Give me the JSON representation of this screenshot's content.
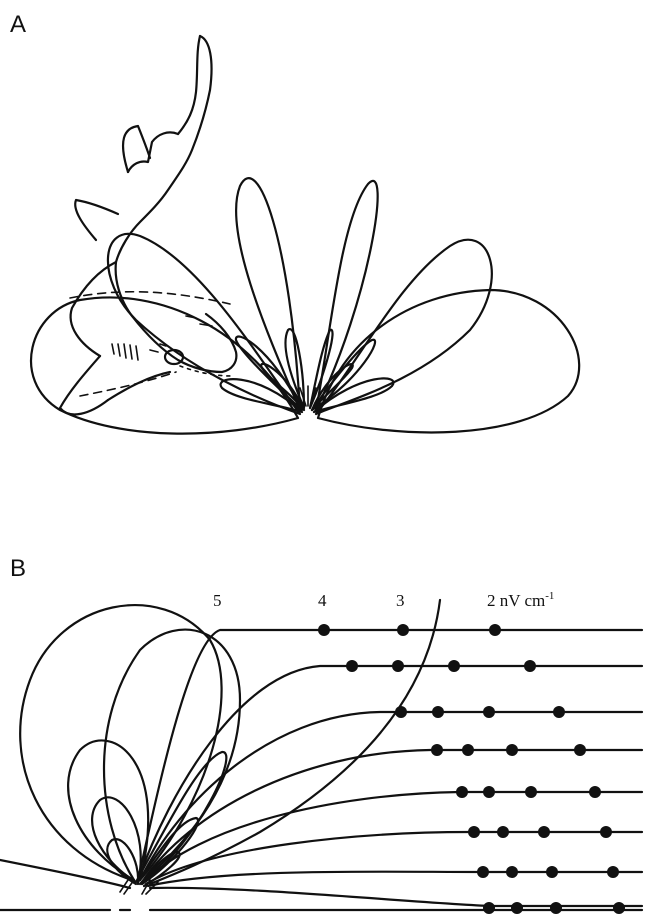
{
  "panel_a": {
    "label": "A"
  },
  "panel_b": {
    "label": "B",
    "contour_labels": [
      "5",
      "4",
      "3",
      "2 nV cm",
      "-1"
    ]
  }
}
